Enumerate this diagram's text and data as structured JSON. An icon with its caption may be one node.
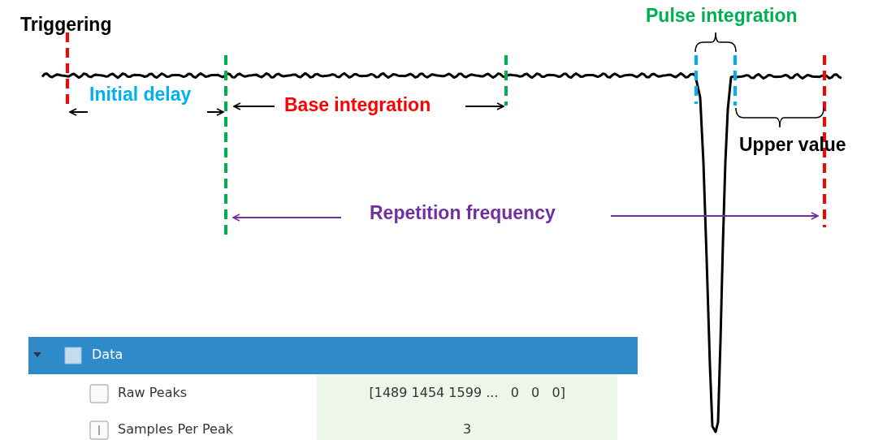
{
  "diagram": {
    "labels": [
      "Pulse integration",
      "Triggering",
      "Initial delay",
      "Base integration",
      "Upper value",
      "Repetition frequency",
      "Data",
      "Raw Peaks",
      "[1489 1454 1599 ...   0   0   0]",
      "Samples Per Peak",
      "3"
    ]
  }
}
